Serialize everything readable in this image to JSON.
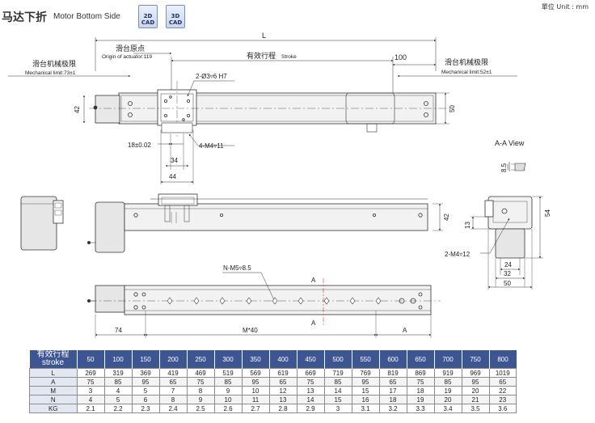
{
  "header": {
    "title": "马达下折",
    "subtitle": "Motor Bottom Side",
    "cad_buttons": [
      {
        "line1": "2D",
        "line2": "CAD"
      },
      {
        "line1": "3D",
        "line2": "CAD"
      }
    ],
    "unit": "單位 Unit : mm"
  },
  "drawing": {
    "top_view": {
      "dim_L": "L",
      "origin_cn": "滑台原点",
      "origin_en": "Origin of actuator:119",
      "stroke_cn": "有效行程",
      "stroke_en": "Stroke",
      "dim_100": "100",
      "mech_left_cn": "滑台机械极限",
      "mech_left_en": "Mechanical limit:73±1",
      "mech_right_cn": "滑台机械极限",
      "mech_right_en": "Mechanical limit:52±1",
      "hole_callout": "2-Ø3▿6 H7",
      "dim_42": "42",
      "dim_50": "50",
      "dim_18": "18±0.02",
      "tap_callout": "4-M4▿11",
      "dim_34": "34",
      "dim_44": "44"
    },
    "section": {
      "title": "A-A View",
      "dim_8_5": "8.5"
    },
    "side_view": {
      "dim_42": "42"
    },
    "end_view": {
      "dim_13": "13",
      "dim_54": "54",
      "tap_callout": "2-M4▿12",
      "dim_24": "24",
      "dim_32": "32",
      "dim_50": "50"
    },
    "bottom_view": {
      "tap_callout": "N-M5▿8.5",
      "section_mark": "A",
      "dim_74": "74",
      "dim_m40": "M*40",
      "dim_A": "A"
    }
  },
  "table": {
    "header_cn": "有效行程",
    "header_en": "stroke",
    "strokes": [
      "50",
      "100",
      "150",
      "200",
      "250",
      "300",
      "350",
      "400",
      "450",
      "500",
      "550",
      "600",
      "650",
      "700",
      "750",
      "800"
    ],
    "rows": [
      {
        "label": "L",
        "values": [
          "269",
          "319",
          "369",
          "419",
          "469",
          "519",
          "569",
          "619",
          "669",
          "719",
          "769",
          "819",
          "869",
          "919",
          "969",
          "1019"
        ]
      },
      {
        "label": "A",
        "values": [
          "75",
          "85",
          "95",
          "65",
          "75",
          "85",
          "95",
          "65",
          "75",
          "85",
          "95",
          "65",
          "75",
          "85",
          "95",
          "65"
        ]
      },
      {
        "label": "M",
        "values": [
          "3",
          "4",
          "5",
          "7",
          "8",
          "9",
          "10",
          "12",
          "13",
          "14",
          "15",
          "17",
          "18",
          "19",
          "20",
          "22"
        ]
      },
      {
        "label": "N",
        "values": [
          "4",
          "5",
          "6",
          "8",
          "9",
          "10",
          "11",
          "13",
          "14",
          "15",
          "16",
          "18",
          "19",
          "20",
          "21",
          "23"
        ]
      },
      {
        "label": "KG",
        "values": [
          "2.1",
          "2.2",
          "2.3",
          "2.4",
          "2.5",
          "2.6",
          "2.7",
          "2.8",
          "2.9",
          "3",
          "3.1",
          "3.2",
          "3.3",
          "3.4",
          "3.5",
          "3.6"
        ]
      }
    ]
  },
  "colors": {
    "accent_red": "#e0341c",
    "table_header": "#3d5692",
    "table_label_bg": "#e3e7f2",
    "body_fill": "#f2f2f2",
    "motor_fill": "#e6e6e6"
  }
}
